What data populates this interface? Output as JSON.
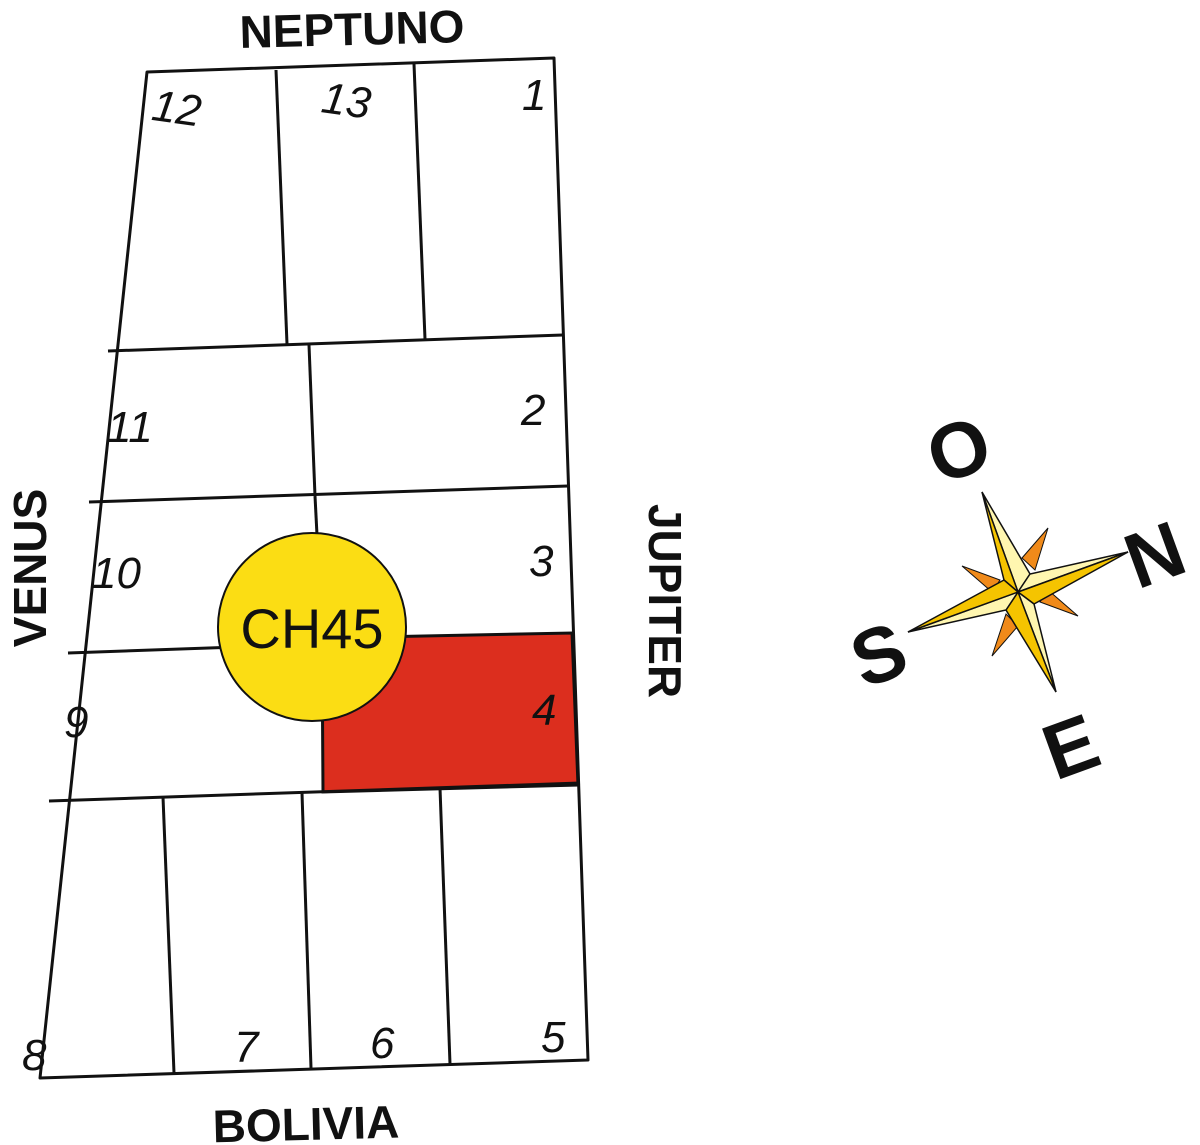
{
  "streets": {
    "north": "NEPTUNO",
    "south": "BOLIVIA",
    "west": "VENUS",
    "east": "JUPITER"
  },
  "lots": [
    {
      "id": "lot-1",
      "number": "1"
    },
    {
      "id": "lot-2",
      "number": "2"
    },
    {
      "id": "lot-3",
      "number": "3"
    },
    {
      "id": "lot-4",
      "number": "4",
      "highlighted": true
    },
    {
      "id": "lot-5",
      "number": "5"
    },
    {
      "id": "lot-6",
      "number": "6"
    },
    {
      "id": "lot-7",
      "number": "7"
    },
    {
      "id": "lot-8",
      "number": "8"
    },
    {
      "id": "lot-9",
      "number": "9"
    },
    {
      "id": "lot-10",
      "number": "10"
    },
    {
      "id": "lot-11",
      "number": "11"
    },
    {
      "id": "lot-12",
      "number": "12"
    },
    {
      "id": "lot-13",
      "number": "13"
    }
  ],
  "marker": {
    "label": "CH45"
  },
  "compass": {
    "north": "N",
    "south": "S",
    "east": "E",
    "west": "O"
  },
  "colors": {
    "highlight_lot": "#dc2e1e",
    "marker_fill": "#fbdd14",
    "star_light": "#fff6b0",
    "star_dark": "#f5c400",
    "star_accent": "#f08a1a",
    "lines": "#111111"
  }
}
